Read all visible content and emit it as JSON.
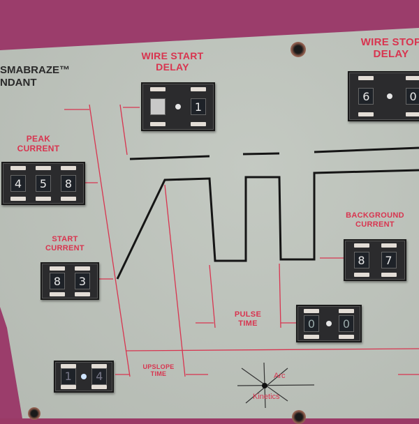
{
  "panel": {
    "title_line1": "SMABRAZE™",
    "title_line2": "NDANT",
    "brand_line1": "Arc",
    "brand_line2": "Kinetics"
  },
  "controls": {
    "wire_start_delay": {
      "label_line1": "WIRE START",
      "label_line2": "DELAY",
      "digits": [
        "",
        "1"
      ]
    },
    "wire_stop_delay": {
      "label_line1": "WIRE STOP",
      "label_line2": "DELAY",
      "digits": [
        "6",
        "0"
      ]
    },
    "peak_current": {
      "label_line1": "PEAK",
      "label_line2": "CURRENT",
      "digits": [
        "4",
        "5",
        "8"
      ]
    },
    "start_current": {
      "label_line1": "START",
      "label_line2": "CURRENT",
      "digits": [
        "8",
        "3"
      ]
    },
    "background_current": {
      "label_line1": "BACKGROUND",
      "label_line2": "CURRENT",
      "digits": [
        "8",
        "7"
      ]
    },
    "pulse_time": {
      "label_line1": "PULSE",
      "label_line2": "TIME",
      "digits": [
        "0",
        "0"
      ]
    },
    "upslope_time": {
      "label_line1": "UPSLOPE",
      "label_line2": "TIME",
      "digits": [
        "1",
        "4"
      ]
    }
  },
  "colors": {
    "panel": "#bfc5bd",
    "frame": "#9b3d6b",
    "label_red": "#d8344f",
    "waveform": "#151515"
  }
}
